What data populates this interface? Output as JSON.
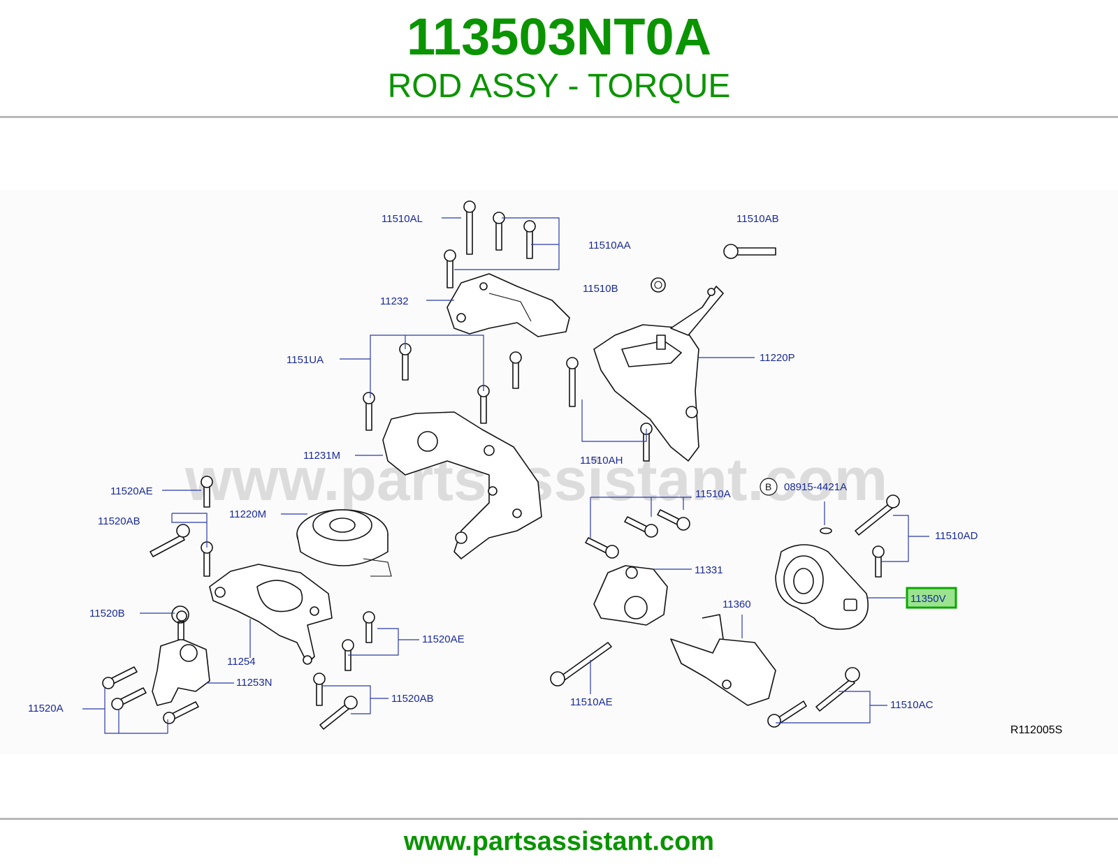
{
  "header": {
    "part_number": "113503NT0A",
    "part_name": "ROD ASSY - TORQUE"
  },
  "diagram": {
    "watermark": "www.partsassistant.com",
    "reference_code": "R112005S",
    "highlighted_part": "11350V",
    "circle_marker": "B",
    "callouts": {
      "c_11510AL": "11510AL",
      "c_11510AA": "11510AA",
      "c_11510AB": "11510AB",
      "c_11510B": "11510B",
      "c_11232": "11232",
      "c_1151UA": "1151UA",
      "c_11220P": "11220P",
      "c_11231M": "11231M",
      "c_11510AH": "11510AH",
      "c_11520AE_top": "11520AE",
      "c_08915": "08915-4421A",
      "c_11510A": "11510A",
      "c_11520AB_top": "11520AB",
      "c_11220M": "11220M",
      "c_11510AD": "11510AD",
      "c_11331": "11331",
      "c_11350V": "11350V",
      "c_11520B": "11520B",
      "c_11360": "11360",
      "c_11520AE_bot": "11520AE",
      "c_11254": "11254",
      "c_11253N": "11253N",
      "c_11520AB_bot": "11520AB",
      "c_11510AE": "11510AE",
      "c_11510AC": "11510AC",
      "c_11520A": "11520A"
    }
  },
  "footer": {
    "url": "www.partsassistant.com"
  }
}
